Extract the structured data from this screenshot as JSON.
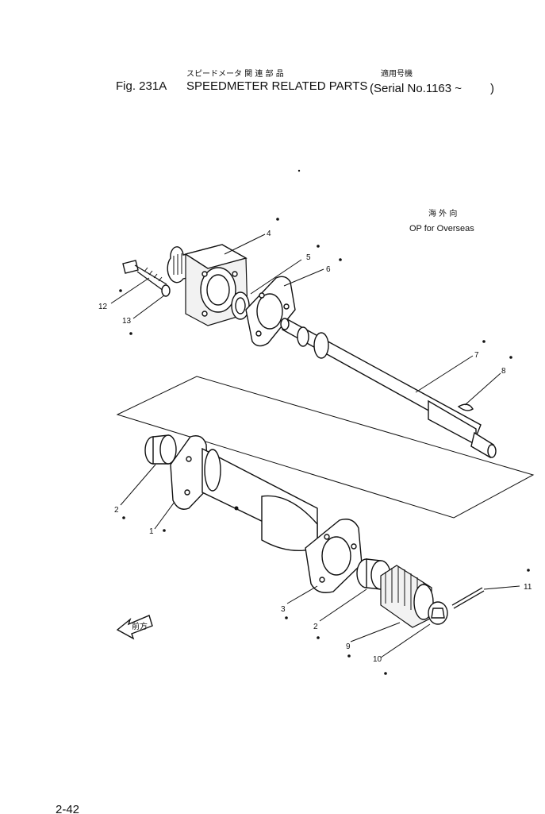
{
  "header": {
    "japanese_title": "スピードメータ 関 連 部 品",
    "japanese_serial": "適用号機",
    "fig_label": "Fig. 231A",
    "title": "SPEEDMETER RELATED PARTS",
    "serial_open": "(Serial No.1163 ~",
    "serial_close": ")"
  },
  "note": {
    "japanese": "海 外 向",
    "text": "OP for Overseas"
  },
  "direction_arrow": {
    "label": "前方"
  },
  "callouts": [
    {
      "id": "c1",
      "label": "1"
    },
    {
      "id": "c2a",
      "label": "2"
    },
    {
      "id": "c2b",
      "label": "2"
    },
    {
      "id": "c3",
      "label": "3"
    },
    {
      "id": "c4",
      "label": "4"
    },
    {
      "id": "c5",
      "label": "5"
    },
    {
      "id": "c6",
      "label": "6"
    },
    {
      "id": "c7",
      "label": "7"
    },
    {
      "id": "c8",
      "label": "8"
    },
    {
      "id": "c9",
      "label": "9"
    },
    {
      "id": "c10",
      "label": "10"
    },
    {
      "id": "c11",
      "label": "11"
    },
    {
      "id": "c12",
      "label": "12"
    },
    {
      "id": "c13",
      "label": "13"
    }
  ],
  "footer": {
    "page_number": "2-42"
  }
}
